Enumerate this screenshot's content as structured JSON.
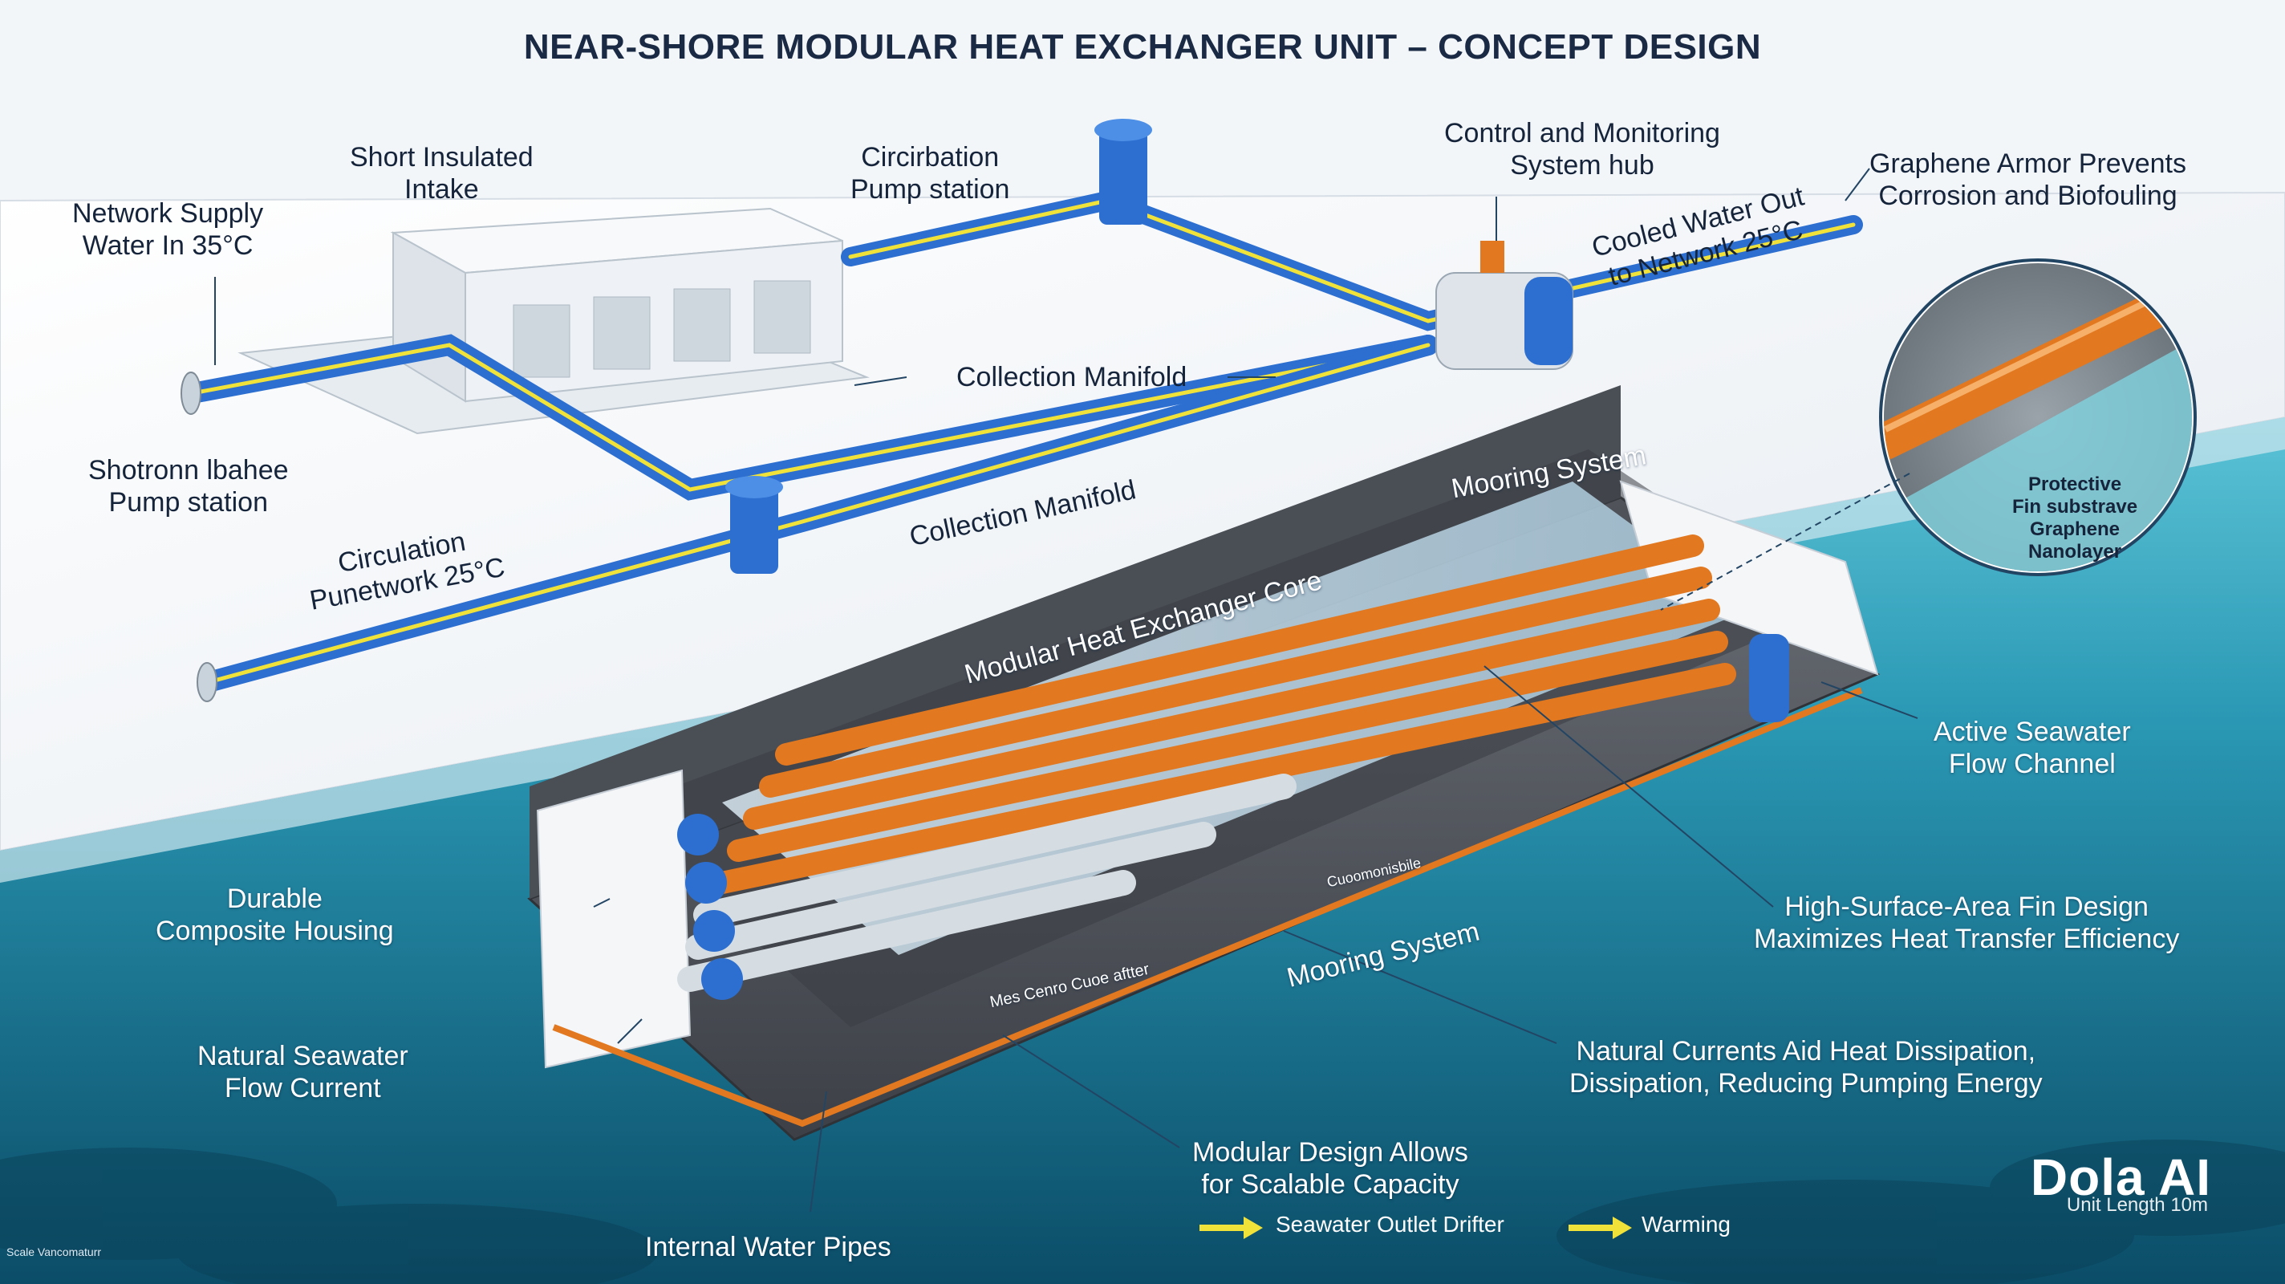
{
  "title": "NEAR-SHORE MODULAR HEAT EXCHANGER UNIT – CONCEPT DESIGN",
  "labels": {
    "network_supply": "Network Supply\nWater In 35°C",
    "short_intake": "Short Insulated\nIntake",
    "circulation_pump_top": "Circirbation\nPump station",
    "control_hub": "Control and Monitoring\nSystem hub",
    "graphene_armor": "Graphene Armor Prevents\nCorrosion and Biofouling",
    "cooled_out": "Cooled Water Out\nto Network 25°C",
    "collection_manifold_1": "Collection Manifold",
    "collection_manifold_2": "Collection Manifold",
    "shotronn_pump": "Shotronn lbahee\nPump station",
    "mooring_top": "Mooring System",
    "circulation_network": "Circulation\nPunetwork 25°C",
    "core": "Modular Heat Exchanger Core",
    "protective": "Protective\nFin substrave\nGraphene\nNanolayer",
    "active_channel": "Active Seawater\nFlow Channel",
    "durable_housing": "Durable\nComposite Housing",
    "high_surface": "High-Surface-Area Fin Design\nMaximizes Heat Transfer Efficiency",
    "mooring_bottom": "Mooring System",
    "natural_current": "Natural Seawater\nFlow Current",
    "natural_currents_aid": "Natural Currents Aid Heat Dissipation,\nDissipation, Reducing Pumping Energy",
    "modular_design": "Modular Design Allows\nfor Scalable Capacity",
    "internal_pipes": "Internal Water Pipes",
    "core_plate_1": "Cuoomonisbile",
    "core_plate_2": "Mes Cenro Cuoe aftter"
  },
  "legend": [
    {
      "label": "Seawater Outlet Drifter",
      "color": "#f1e23a"
    },
    {
      "label": "Warming",
      "color": "#f1e23a"
    }
  ],
  "brand": {
    "name": "Dola AI",
    "sub": "Unit Length 10m"
  },
  "credit": "Scale Vancomaturr",
  "colors": {
    "pipe_blue": "#2c6fd0",
    "pipe_stripe": "#f1e23a",
    "core_orange": "#e2781f",
    "housing_grey": "#5b5f66",
    "housing_white": "#f4f6f8",
    "sea_deep": "#0d5a78",
    "sea_light": "#4fb9cf"
  }
}
